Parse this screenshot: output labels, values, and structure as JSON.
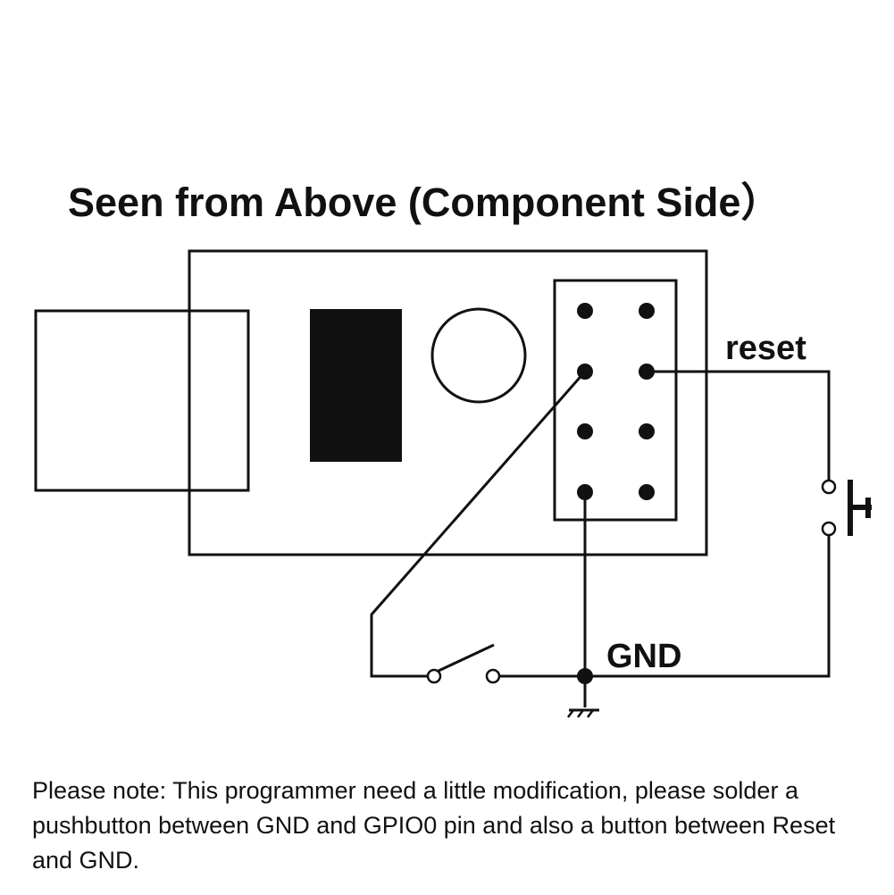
{
  "title": "Seen from Above (Component Side）",
  "labels": {
    "reset": "reset",
    "gnd": "GND"
  },
  "note": "Please note: This programmer need a little modification, please solder a pushbutton between GND and GPIO0 pin and also a button between Reset and GND.",
  "colors": {
    "ink": "#111111",
    "background": "#ffffff"
  }
}
